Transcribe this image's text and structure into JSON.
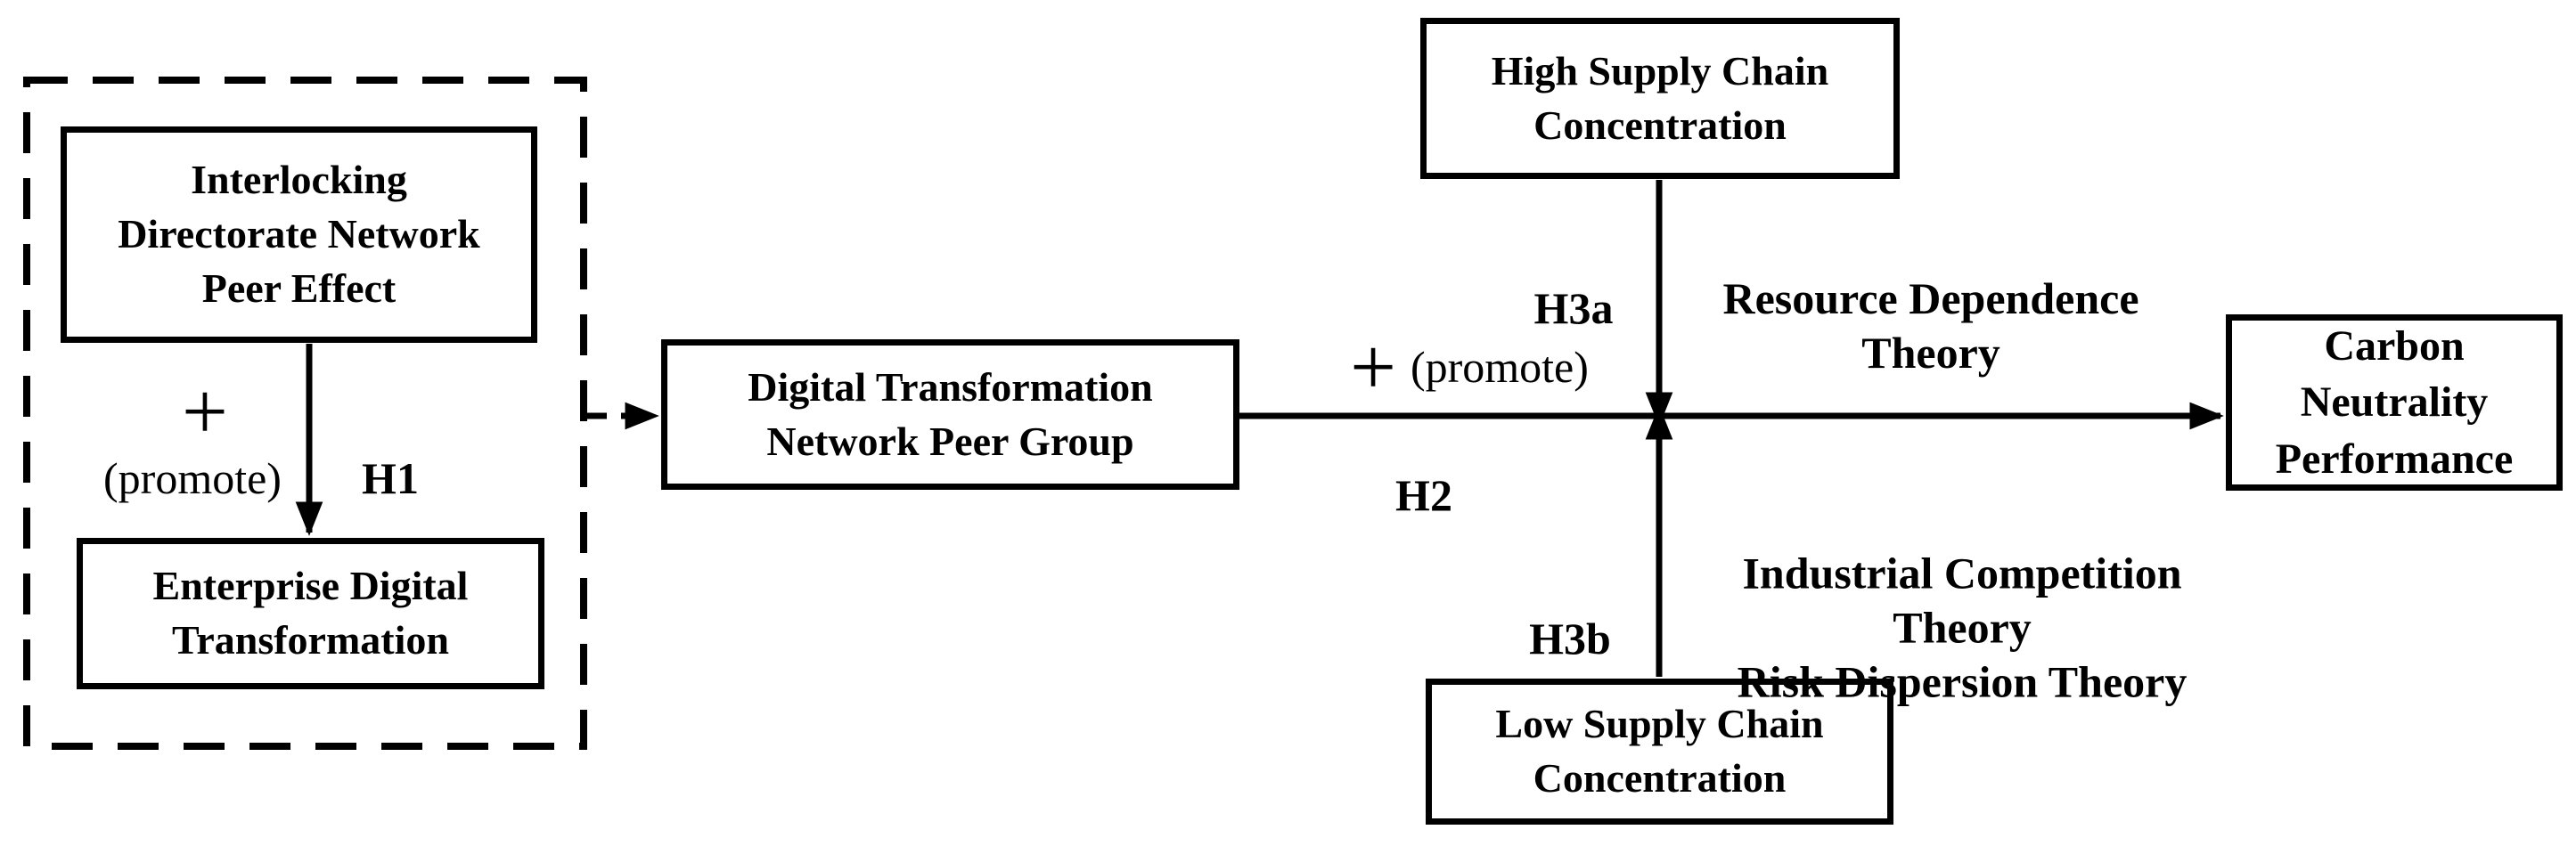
{
  "canvas": {
    "background": "#ffffff",
    "ink": "#000000"
  },
  "nodes": {
    "interlocking": {
      "lines": [
        "Interlocking",
        "Directorate Network",
        "Peer Effect"
      ]
    },
    "enterprise": {
      "lines": [
        "Enterprise Digital",
        "Transformation"
      ]
    },
    "dt_peer_group": {
      "lines": [
        "Digital Transformation",
        "Network Peer Group"
      ]
    },
    "high_scc": {
      "lines": [
        "High Supply Chain",
        "Concentration"
      ]
    },
    "low_scc": {
      "lines": [
        "Low Supply Chain",
        "Concentration"
      ]
    },
    "carbon": {
      "lines": [
        "Carbon",
        "Neutrality",
        "Performance"
      ]
    }
  },
  "edge_labels": {
    "h1": "H1",
    "h2": "H2",
    "h3a": "H3a",
    "h3b": "H3b",
    "promote_h1_sign": "+",
    "promote_h1": "(promote)",
    "promote_h2_sign": "+",
    "promote_h2": "(promote)"
  },
  "annotations": {
    "resource_dependence": {
      "lines": [
        "Resource Dependence",
        "Theory"
      ]
    },
    "industrial_competition": {
      "lines": [
        "Industrial Competition",
        "Theory",
        "Risk Dispersion Theory"
      ]
    }
  }
}
